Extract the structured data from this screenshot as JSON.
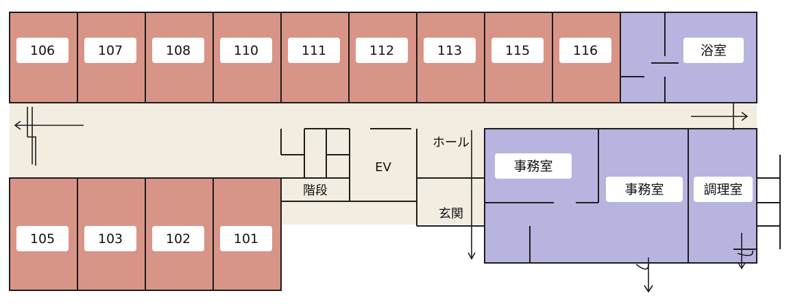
{
  "colors": {
    "guest_room": "#d99488",
    "office_area": "#b8b4e0",
    "corridor": "#f2ede0",
    "walls": "#1a1a1a"
  },
  "rooms_top": [
    "106",
    "107",
    "108",
    "110",
    "111",
    "112",
    "113",
    "115",
    "116"
  ],
  "rooms_bottom": [
    "105",
    "103",
    "102",
    "101"
  ],
  "facilities": {
    "bath": "浴室",
    "office_1": "事務室",
    "office_2": "事務室",
    "kitchen": "調理室",
    "stairs": "階段",
    "elevator": "EV",
    "hall": "ホール",
    "entrance": "玄関"
  }
}
